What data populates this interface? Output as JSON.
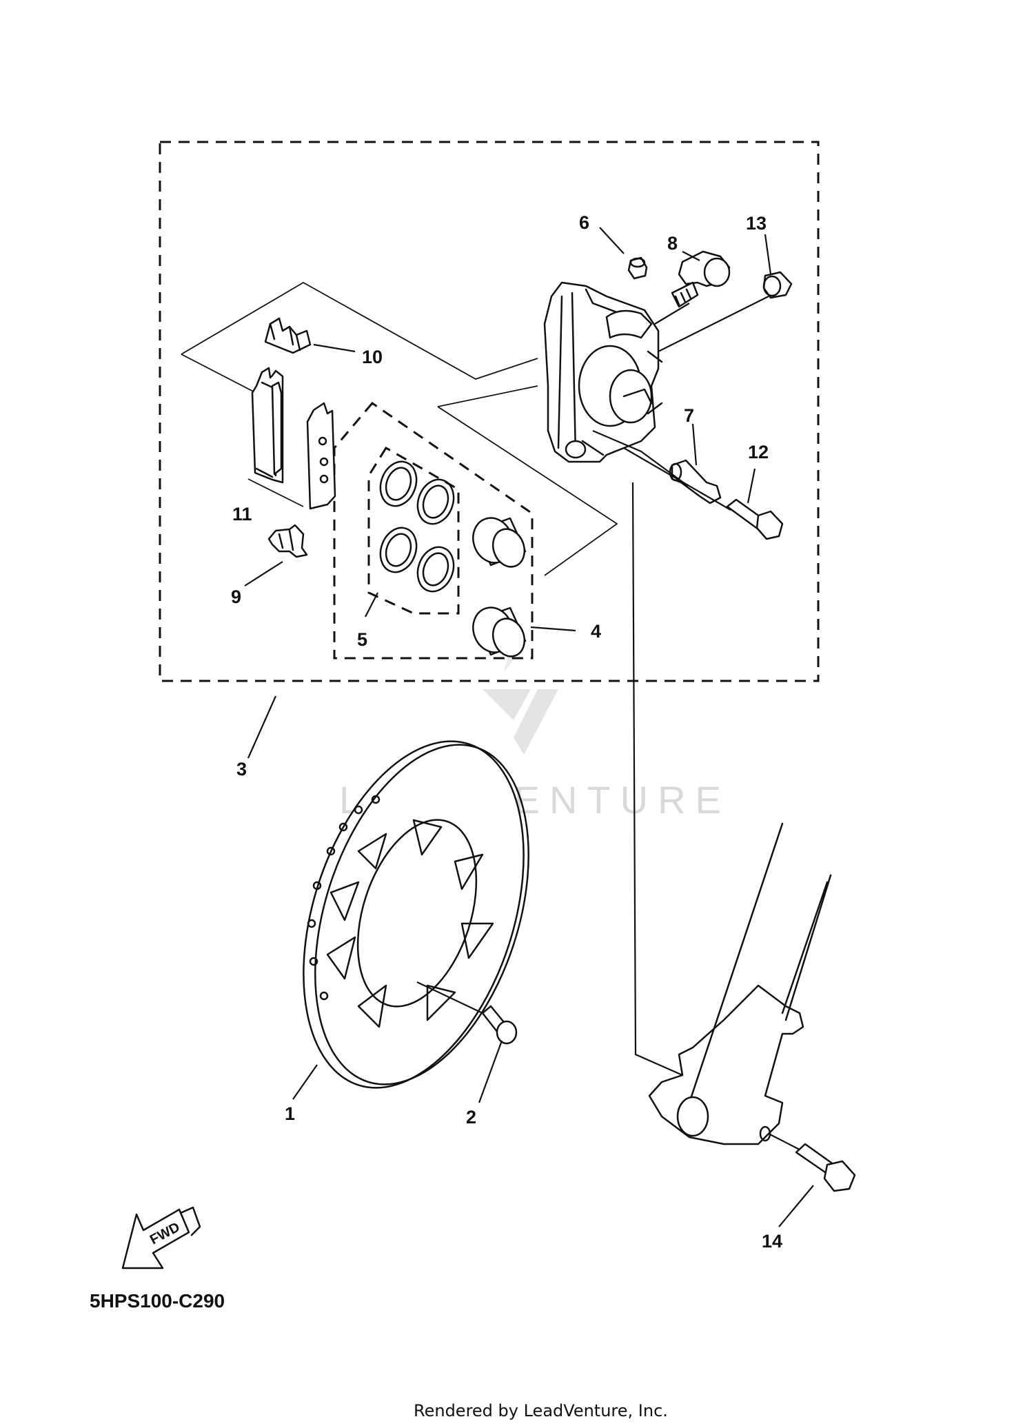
{
  "diagram": {
    "code": "5HPS100-C290",
    "footer": "Rendered by LeadVenture, Inc.",
    "watermark": "LEADVENTURE",
    "fwd_label": "FWD",
    "callouts": {
      "c1": "1",
      "c2": "2",
      "c3": "3",
      "c4": "4",
      "c5": "5",
      "c6": "6",
      "c7": "7",
      "c8": "8",
      "c9": "9",
      "c10": "10",
      "c11": "11",
      "c12": "12",
      "c13": "13",
      "c14": "14"
    }
  }
}
